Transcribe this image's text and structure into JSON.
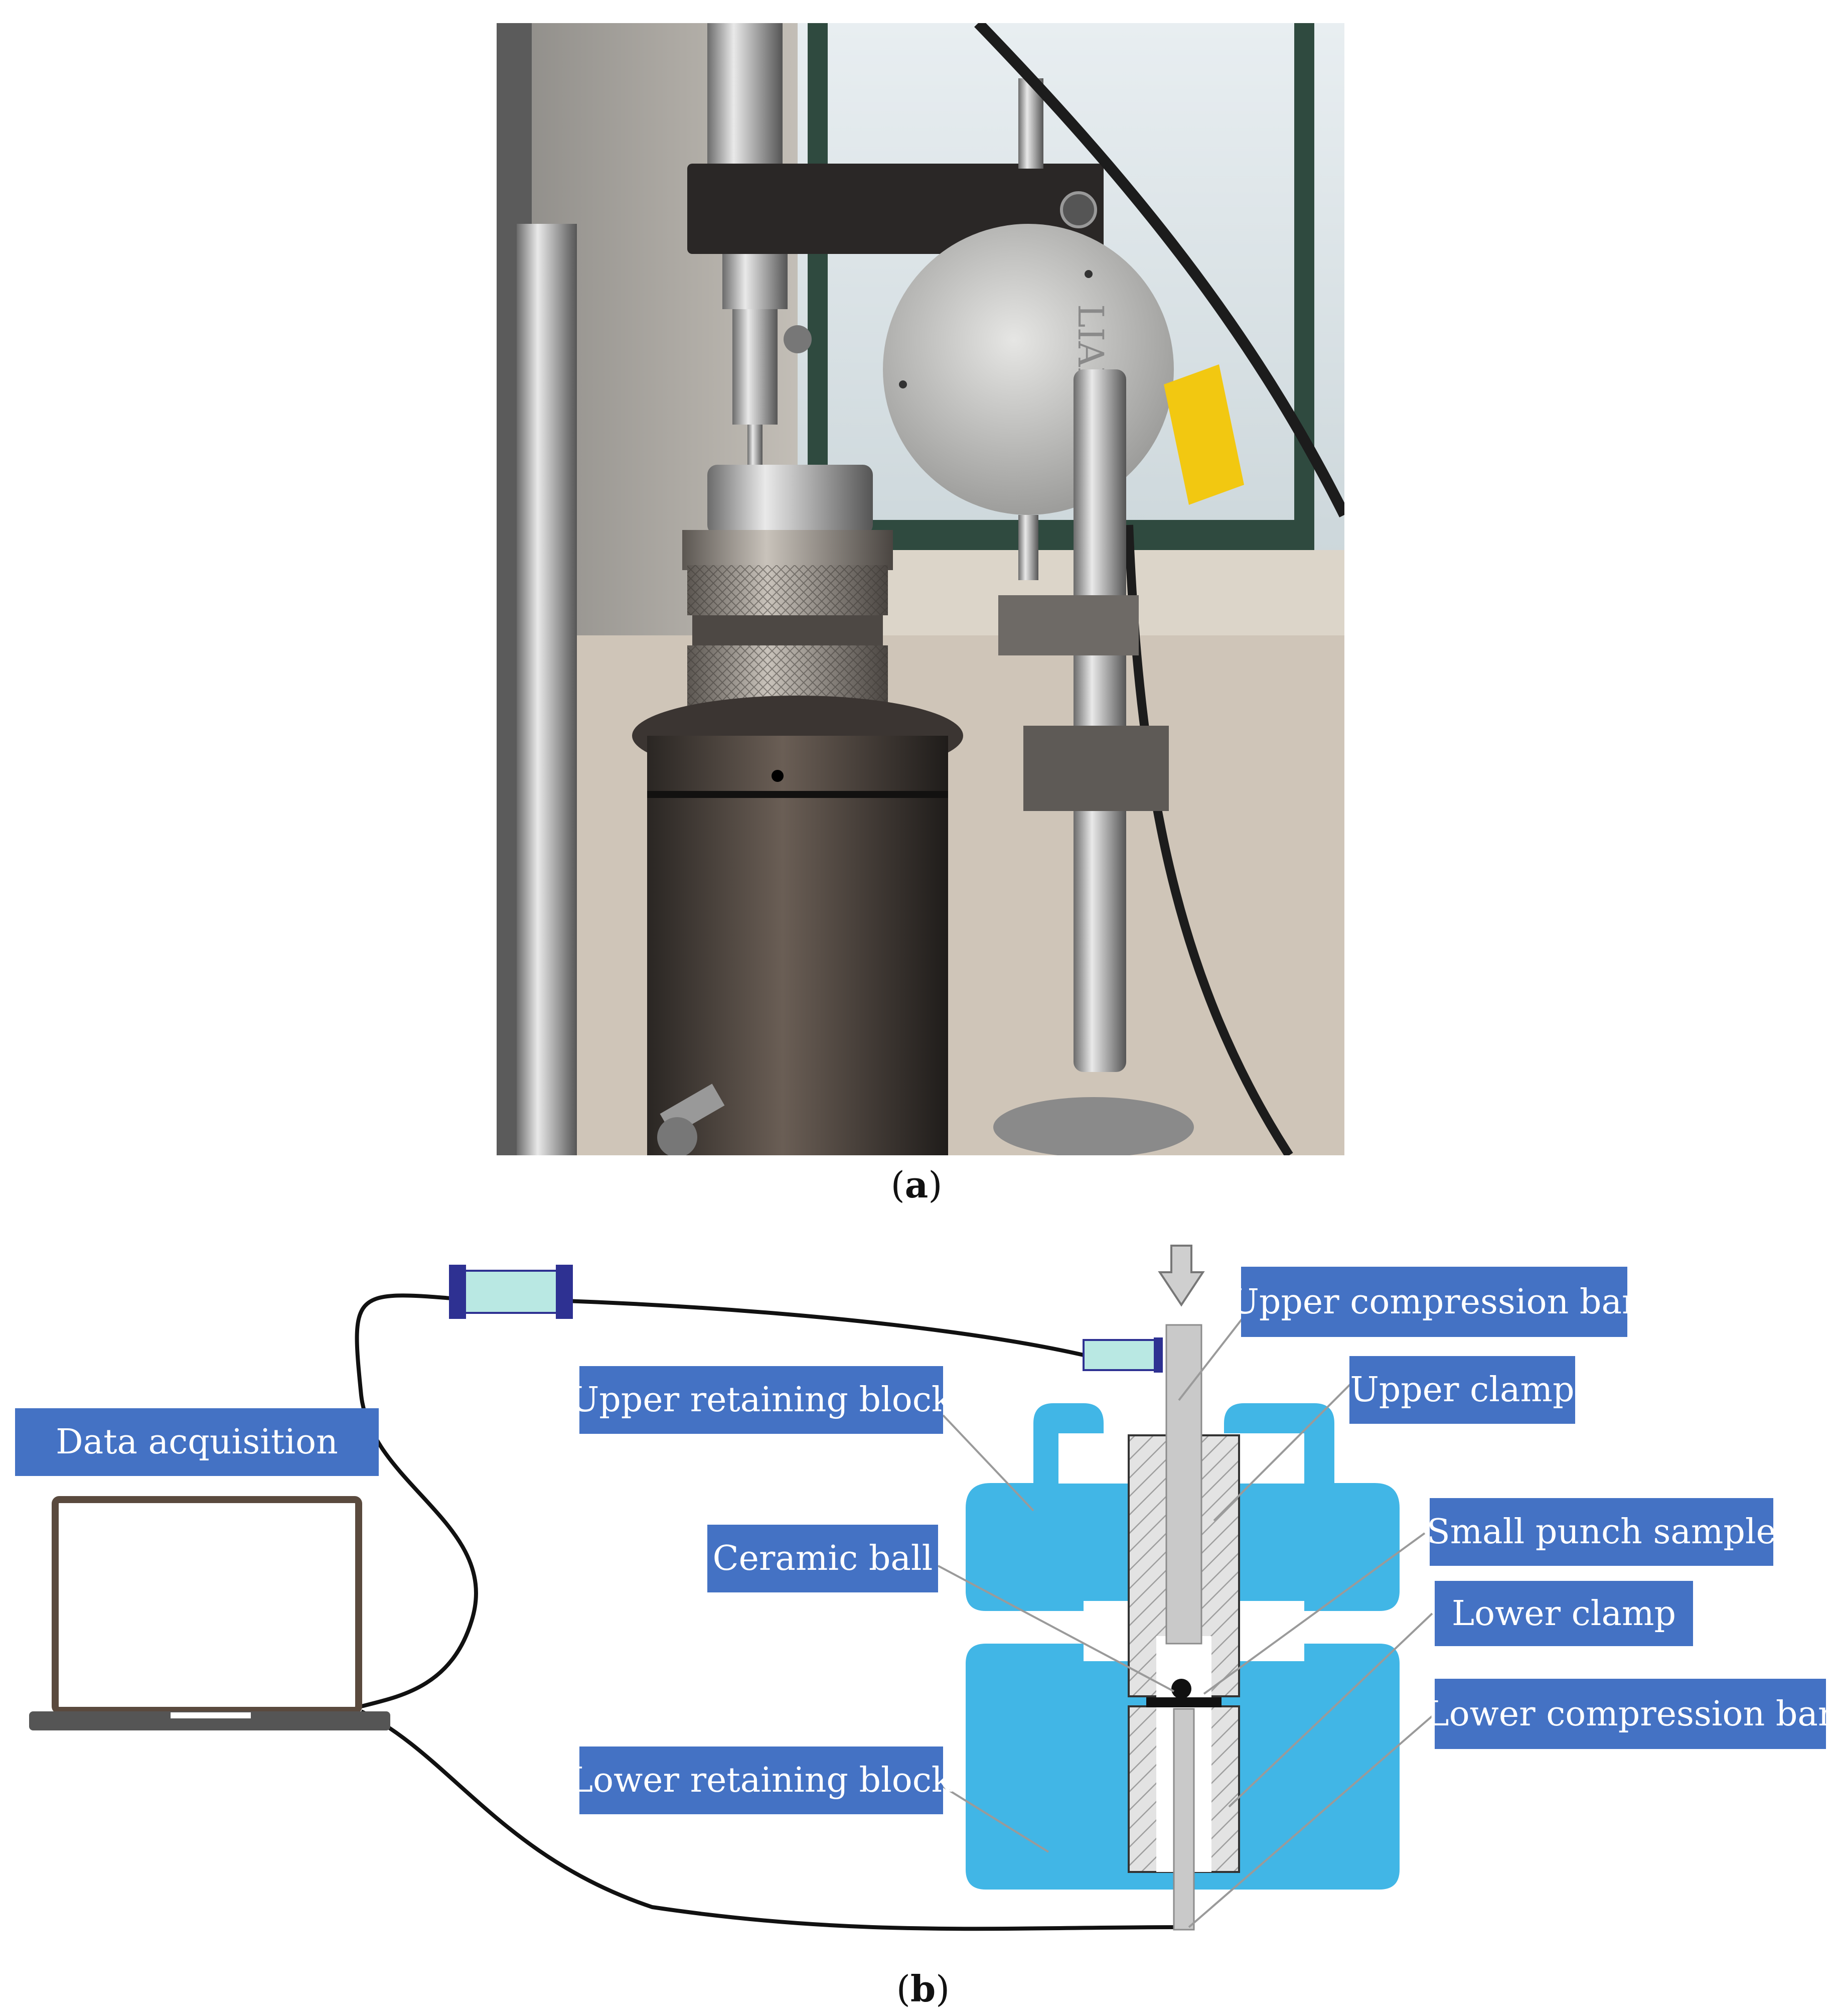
{
  "captions": {
    "a_prefix": "(",
    "a_letter": "a",
    "a_suffix": ")",
    "b_prefix": "(",
    "b_letter": "b",
    "b_suffix": ")"
  },
  "photo": {
    "gauge_text": "LIAN"
  },
  "diagram": {
    "labels": {
      "data_acquisition": "Data acquisition",
      "upper_compression_bar": "Upper compression bar",
      "upper_retaining_block": "Upper retaining block",
      "upper_clamp": "Upper clamp",
      "small_punch_sample": "Small punch sample",
      "ceramic_ball": "Ceramic ball",
      "lower_clamp": "Lower clamp",
      "lower_compression_bar": "Lower compression bar",
      "lower_retaining_block": "Lower retaining block"
    },
    "colors": {
      "label_bg": "#4472C4",
      "retaining_block": "#41B6E6",
      "sensor": "#B9E8E3",
      "connector": "#2E3192"
    }
  }
}
